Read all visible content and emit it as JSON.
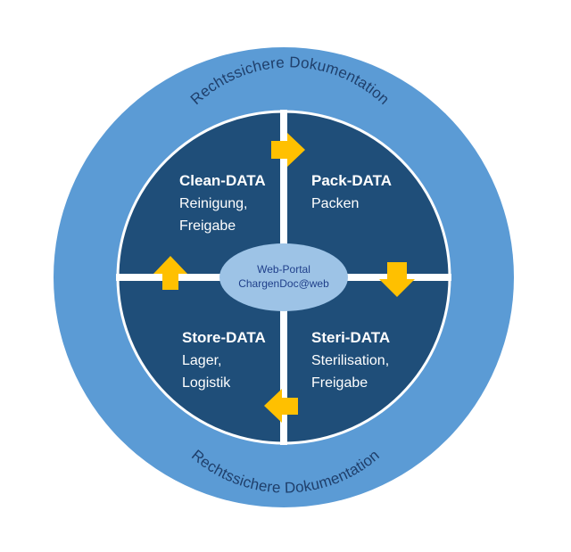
{
  "ring": {
    "top_label": "Rechtssichere Dokumentation",
    "bottom_label": "Rechtssichere Dokumentation"
  },
  "quadrants": {
    "top_left": {
      "title": "Clean-DATA",
      "line1": "Reinigung,",
      "line2": "Freigabe"
    },
    "top_right": {
      "title": "Pack-DATA",
      "line1": "Packen",
      "line2": ""
    },
    "bottom_left": {
      "title": "Store-DATA",
      "line1": "Lager,",
      "line2": "Logistik"
    },
    "bottom_right": {
      "title": "Steri-DATA",
      "line1": "Sterilisation,",
      "line2": "Freigabe"
    }
  },
  "center": {
    "line1": "Web-Portal",
    "line2": "ChargenDoc@web"
  },
  "colors": {
    "outer_ring": "#5b9bd5",
    "inner_disc": "#1f4e79",
    "divider": "#ffffff",
    "center_ellipse": "#9dc3e6",
    "arrow": "#ffc000"
  },
  "icons": {
    "top_arrow": "arrow-right-icon",
    "right_arrow": "arrow-down-icon",
    "bottom_arrow": "arrow-left-icon",
    "left_arrow": "arrow-up-icon"
  }
}
